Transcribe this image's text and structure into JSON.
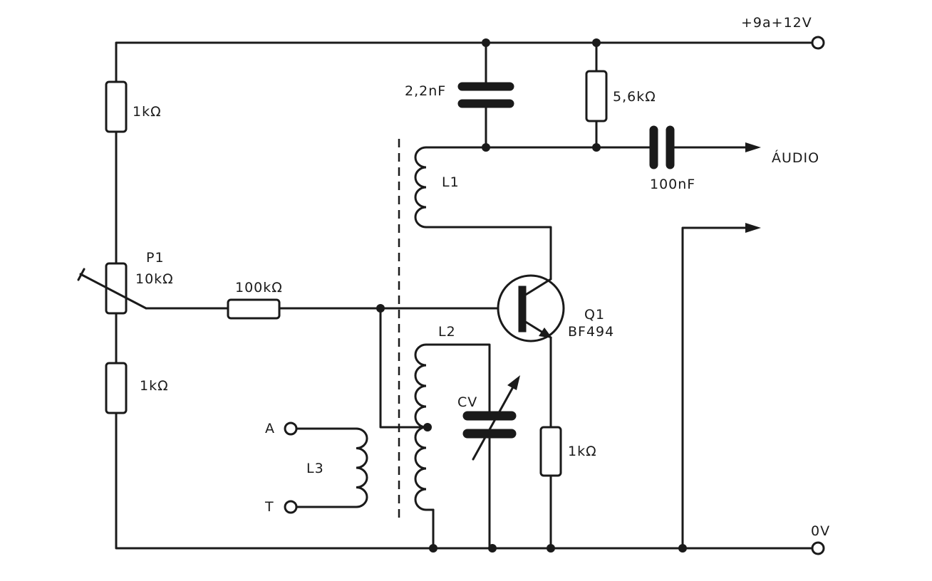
{
  "labels": {
    "supply": "+9a+12V",
    "ground": "0V",
    "audio_out": "ÁUDIO",
    "r_top": "1kΩ",
    "p1_name": "P1",
    "p1_value": "10kΩ",
    "r_bottom": "1kΩ",
    "r_base": "100kΩ",
    "c_decouple": "2,2nF",
    "r_load": "5,6kΩ",
    "c_out": "100nF",
    "l1": "L1",
    "l2": "L2",
    "l3": "L3",
    "cv": "CV",
    "q1_name": "Q1",
    "q1_part": "BF494",
    "r_emitter": "1kΩ",
    "term_a": "A",
    "term_t": "T"
  }
}
